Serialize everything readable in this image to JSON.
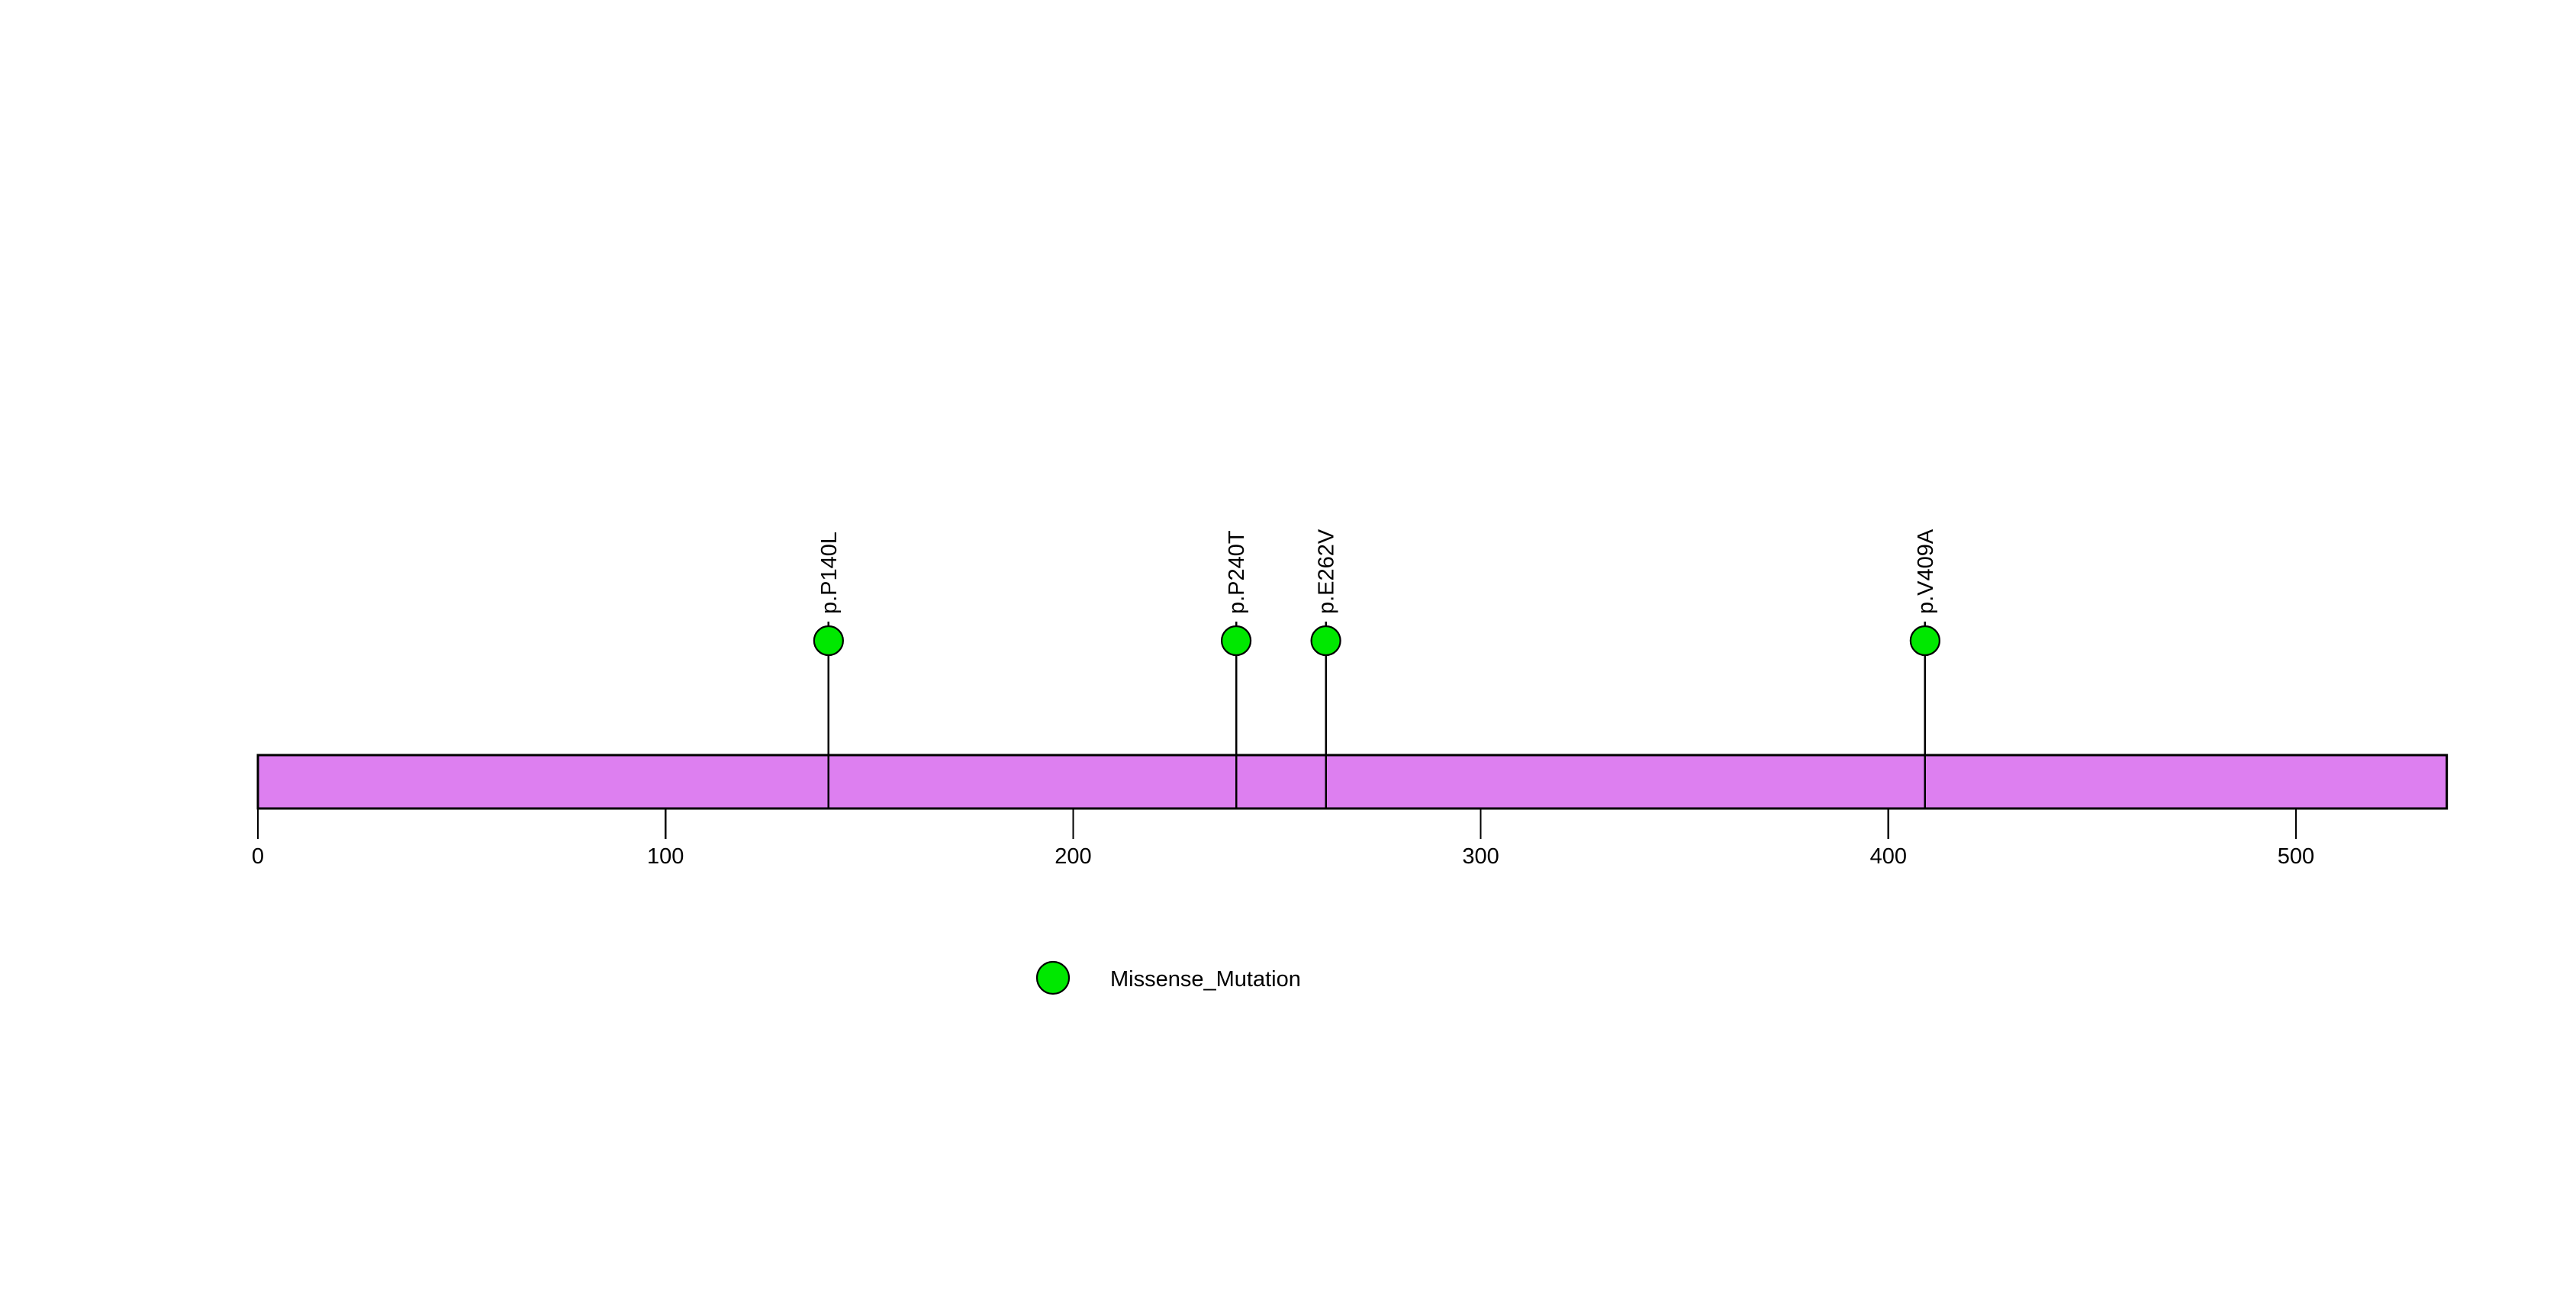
{
  "chart_data": {
    "type": "scatter",
    "plot_kind": "lollipop-mutation-diagram",
    "title": "",
    "subtitle": "",
    "xlabel": "",
    "ylabel": "",
    "xlim": [
      0,
      537
    ],
    "grid": false,
    "axis": {
      "ticks": [
        0,
        100,
        200,
        300,
        400,
        500
      ],
      "tick_labels": [
        "0",
        "100",
        "200",
        "300",
        "400",
        "500"
      ],
      "tick_label_color": "#000000"
    },
    "protein": {
      "length": 537,
      "start": 0,
      "end": 537,
      "fill_color": "#DD7FF0",
      "border_color": "#000000",
      "label": ""
    },
    "categories": [
      "p.P140L",
      "p.P240T",
      "p.E262V",
      "p.V409A"
    ],
    "x": [
      140,
      240,
      262,
      409
    ],
    "values": [
      1,
      1,
      1,
      1
    ],
    "series": [
      {
        "name": "Missense_Mutation",
        "color": "#00E800",
        "points": [
          {
            "label": "p.P140L",
            "position": 140,
            "count": 1
          },
          {
            "label": "p.P240T",
            "position": 240,
            "count": 1
          },
          {
            "label": "p.E262V",
            "position": 262,
            "count": 1
          },
          {
            "label": "p.V409A",
            "position": 409,
            "count": 1
          }
        ]
      }
    ],
    "legend": {
      "position": "bottom-left",
      "entries": [
        {
          "label": "Missense_Mutation",
          "color": "#00E800",
          "marker": "circle"
        }
      ]
    }
  },
  "colors": {
    "background": "#FFFFFF",
    "mutation_green": "#00E800",
    "domain_orchid": "#DD7FF0",
    "stroke_black": "#000000"
  }
}
